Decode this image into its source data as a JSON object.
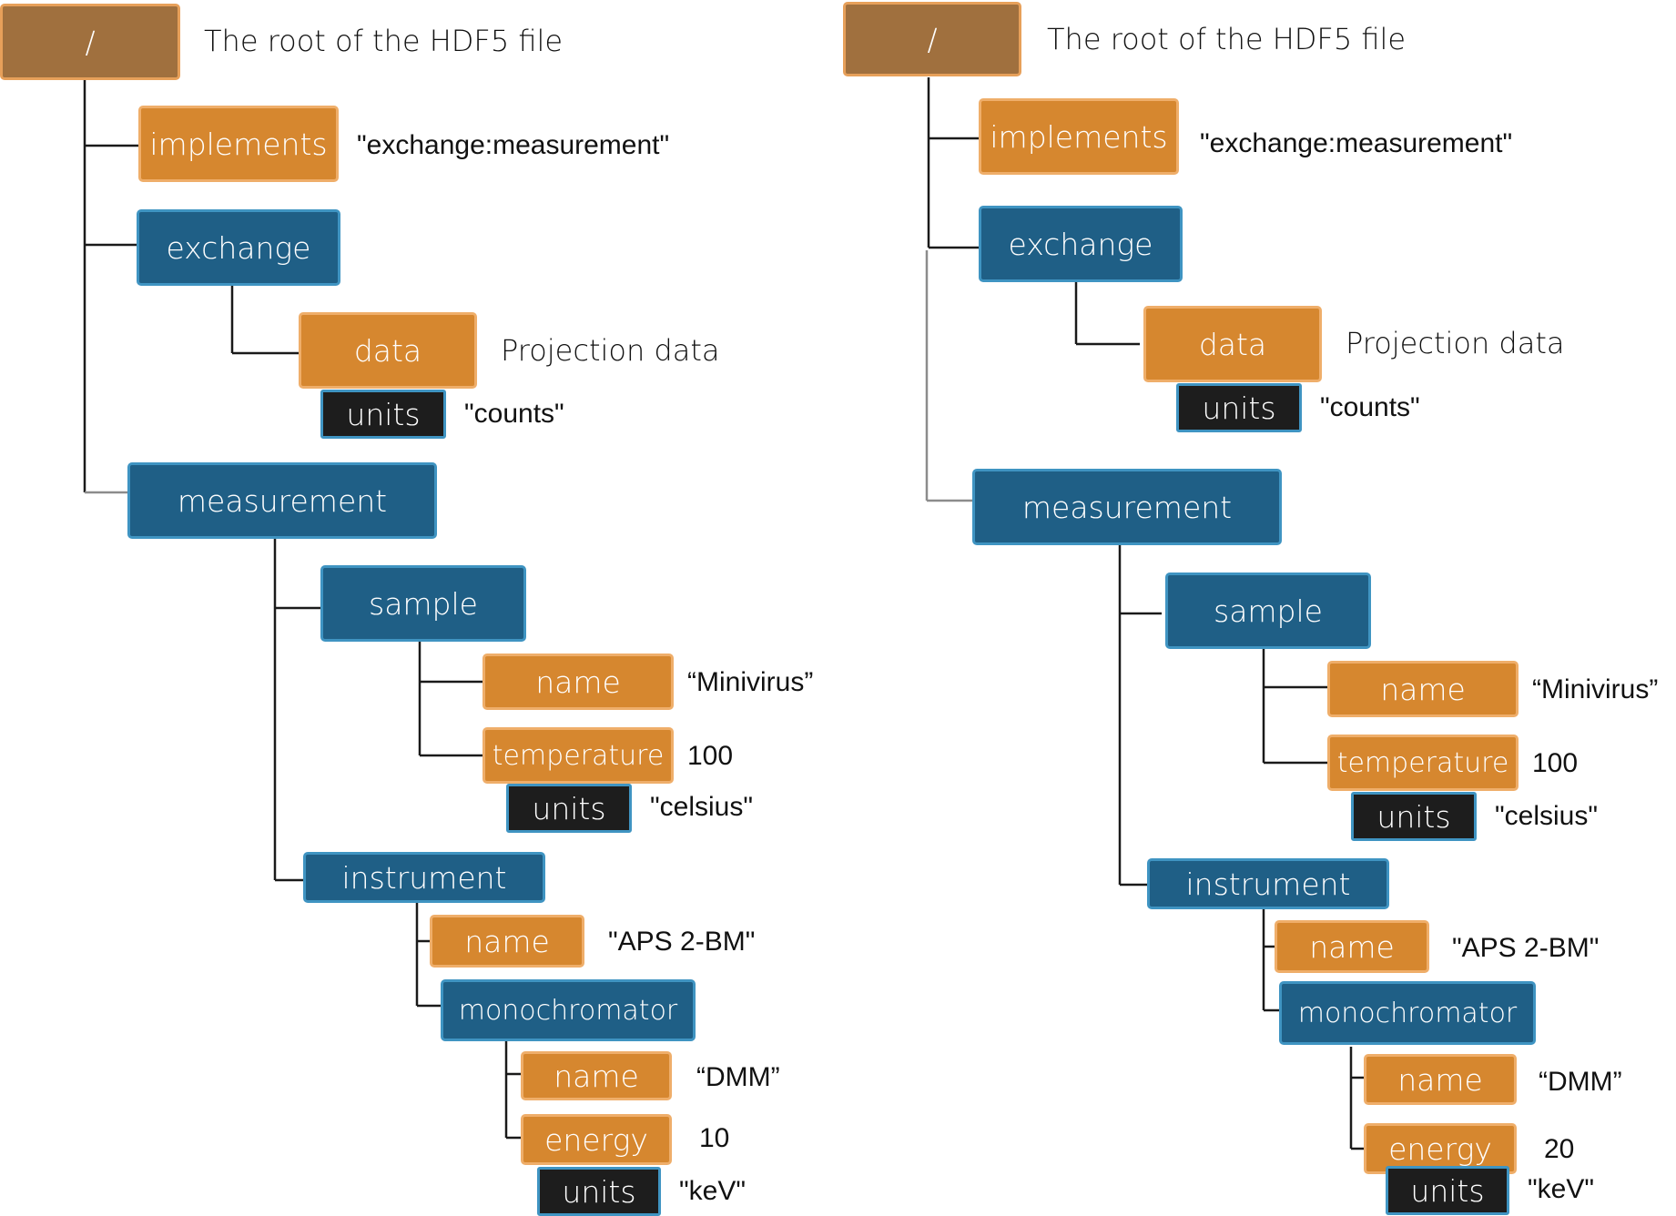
{
  "colors": {
    "root_fill": "#a0703e",
    "attribute_fill": "#d6872f",
    "group_fill": "#1f5f86",
    "units_fill": "#1d1d1d",
    "group_border": "#3f94c2"
  },
  "diagrams": [
    {
      "root": {
        "label": "/",
        "description": "The root of the HDF5 file"
      },
      "implements": {
        "label": "implements",
        "value": "\"exchange:measurement\""
      },
      "exchange": {
        "label": "exchange",
        "data": {
          "label": "data",
          "description": "Projection data",
          "units": {
            "label": "units",
            "value": "\"counts\""
          }
        }
      },
      "measurement": {
        "label": "measurement",
        "sample": {
          "label": "sample",
          "name": {
            "label": "name",
            "value": "“Minivirus”"
          },
          "temperature": {
            "label": "temperature",
            "value": "100",
            "units": {
              "label": "units",
              "value": "\"celsius\""
            }
          }
        },
        "instrument": {
          "label": "instrument",
          "name": {
            "label": "name",
            "value": "\"APS 2-BM\""
          },
          "monochromator": {
            "label": "monochromator",
            "name": {
              "label": "name",
              "value": "“DMM”"
            },
            "energy": {
              "label": "energy",
              "value": "10",
              "units": {
                "label": "units",
                "value": "\"keV\""
              }
            }
          }
        }
      }
    },
    {
      "root": {
        "label": "/",
        "description": "The root of the HDF5 file"
      },
      "implements": {
        "label": "implements",
        "value": "\"exchange:measurement\""
      },
      "exchange": {
        "label": "exchange",
        "data": {
          "label": "data",
          "description": "Projection data",
          "units": {
            "label": "units",
            "value": "\"counts\""
          }
        }
      },
      "measurement": {
        "label": "measurement",
        "sample": {
          "label": "sample",
          "name": {
            "label": "name",
            "value": "“Minivirus”"
          },
          "temperature": {
            "label": "temperature",
            "value": "100",
            "units": {
              "label": "units",
              "value": "\"celsius\""
            }
          }
        },
        "instrument": {
          "label": "instrument",
          "name": {
            "label": "name",
            "value": "\"APS 2-BM\""
          },
          "monochromator": {
            "label": "monochromator",
            "name": {
              "label": "name",
              "value": "“DMM”"
            },
            "energy": {
              "label": "energy",
              "value": "20",
              "units": {
                "label": "units",
                "value": "\"keV\""
              }
            }
          }
        }
      }
    }
  ]
}
